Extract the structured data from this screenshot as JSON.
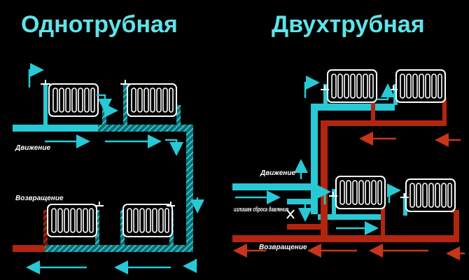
{
  "titles": {
    "left": "Однотрубная",
    "right": "Двухтрубная"
  },
  "labels": {
    "left_flow": "Движение",
    "left_return": "Возвращение",
    "right_flow": "Движение",
    "right_relief": "излишек сброса давления",
    "right_return": "Возвращение"
  },
  "colors": {
    "background": "#000000",
    "title": "#5fe3e8",
    "supply_pipe": "#28c9d4",
    "return_pipe": "#b4250f",
    "radiator": "#ffffff"
  },
  "icons": {
    "radiator": "radiator-icon",
    "flow_arrow": "arrow-icon",
    "valve": "valve-icon"
  }
}
